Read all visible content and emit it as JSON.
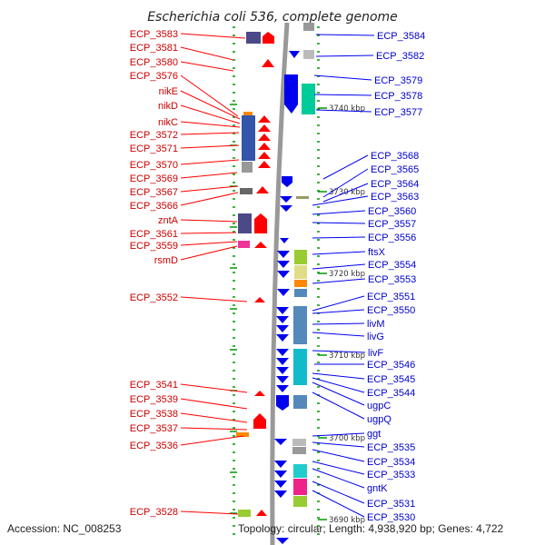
{
  "title": "Escherichia coli 536, complete genome",
  "footer": {
    "accession": "Accession: NC_008253",
    "stats": "Topology: circular; Length: 4,938,920 bp; Genes: 4,722"
  },
  "coords": [
    "3740 kbp",
    "3730 kbp",
    "3720 kbp",
    "3710 kbp",
    "3700 kbp",
    "3690 kbp"
  ],
  "left_labels": [
    "ECP_3583",
    "ECP_3581",
    "ECP_3580",
    "ECP_3576",
    "nikE",
    "nikD",
    "nikC",
    "ECP_3572",
    "ECP_3571",
    "ECP_3570",
    "ECP_3569",
    "ECP_3567",
    "ECP_3566",
    "zntA",
    "ECP_3561",
    "ECP_3559",
    "rsmD",
    "ECP_3552",
    "ECP_3541",
    "ECP_3539",
    "ECP_3538",
    "ECP_3537",
    "ECP_3536",
    "ECP_3528"
  ],
  "right_labels": [
    "ECP_3584",
    "ECP_3582",
    "ECP_3579",
    "ECP_3578",
    "ECP_3577",
    "ECP_3568",
    "ECP_3565",
    "ECP_3564",
    "ECP_3563",
    "ECP_3560",
    "ECP_3557",
    "ECP_3556",
    "ftsX",
    "ECP_3554",
    "ECP_3553",
    "ECP_3551",
    "ECP_3550",
    "livM",
    "livG",
    "livF",
    "ECP_3546",
    "ECP_3545",
    "ECP_3544",
    "ugpC",
    "ugpQ",
    "ggt",
    "ECP_3535",
    "ECP_3534",
    "ECP_3533",
    "gntK",
    "ECP_3531",
    "ECP_3530"
  ],
  "colors": {
    "forward_strand": "#ff0000",
    "reverse_strand": "#0000ee",
    "backbone": "#999999",
    "tick": "#009900"
  }
}
